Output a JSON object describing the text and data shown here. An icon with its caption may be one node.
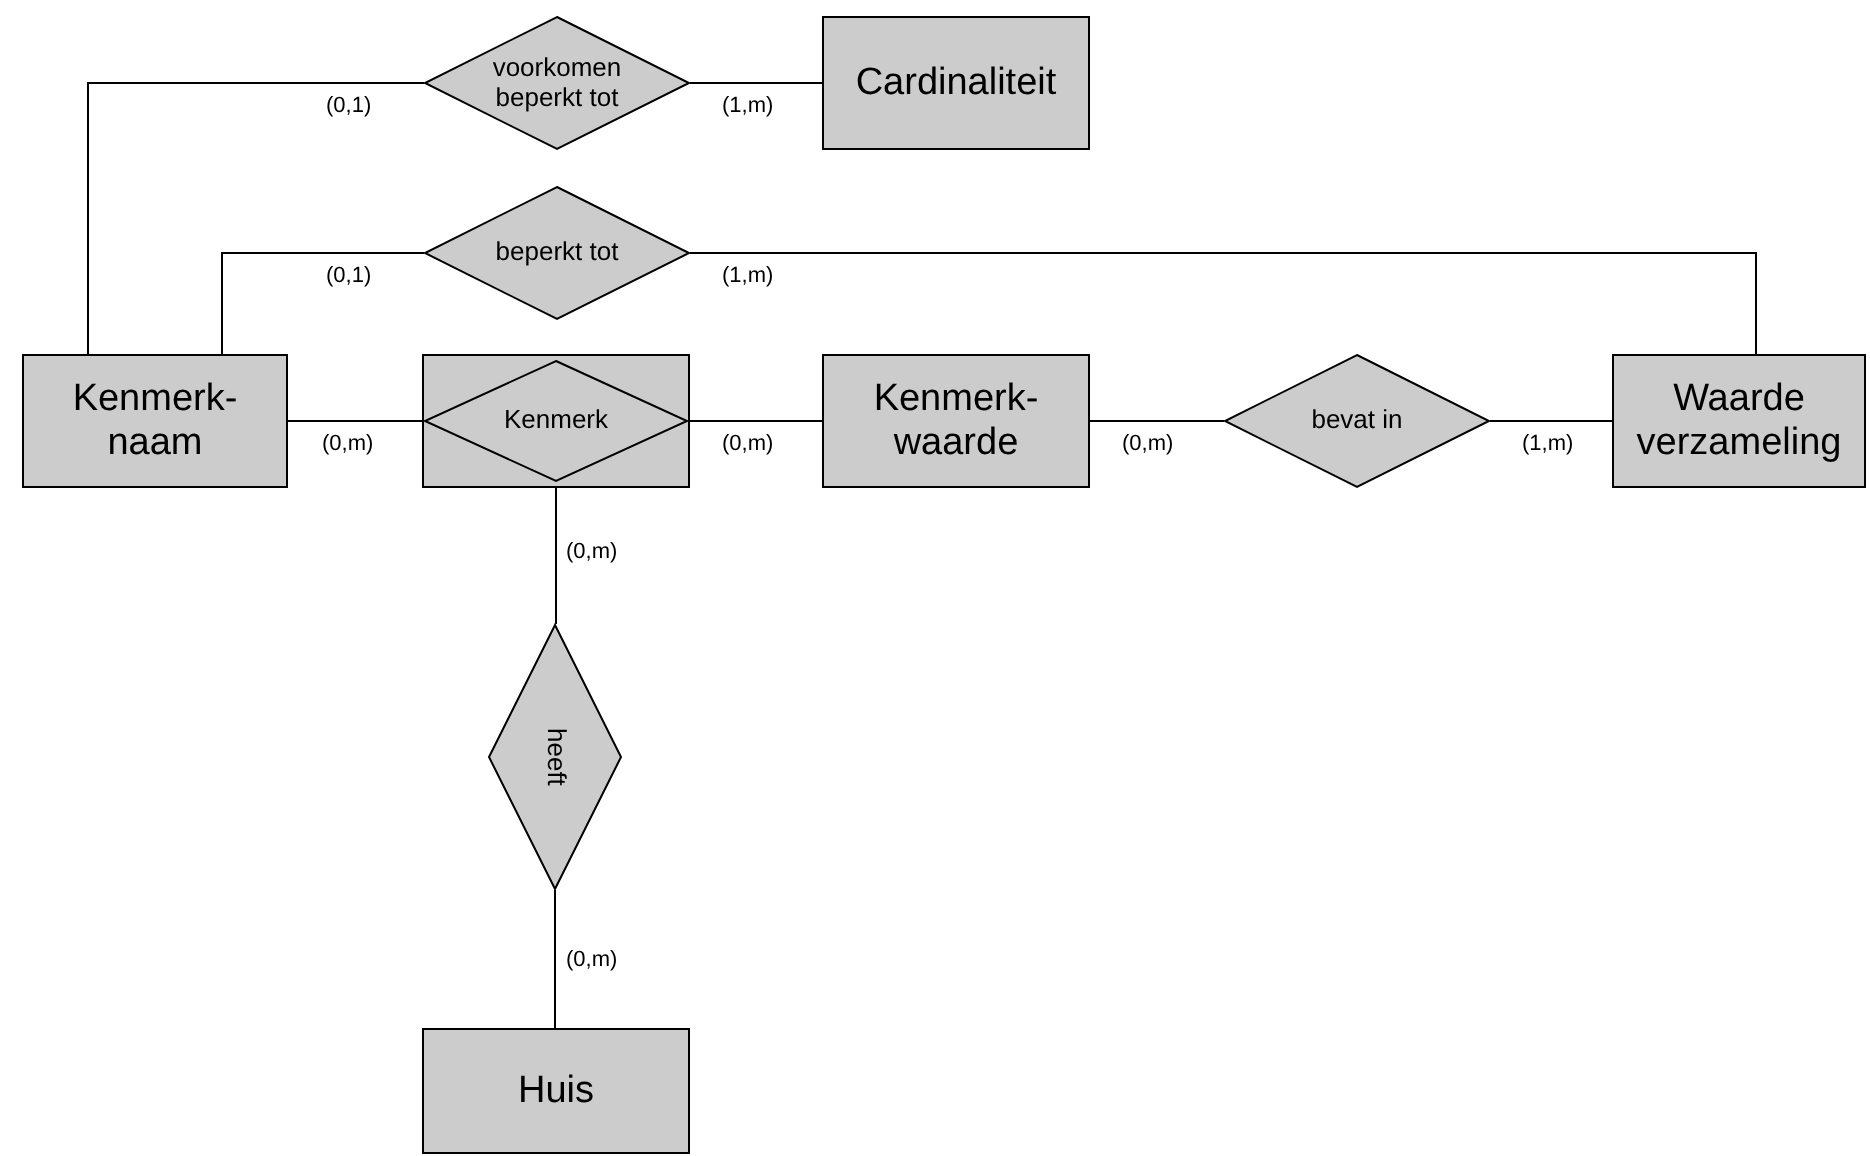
{
  "diagram": {
    "nodes": [
      {
        "text": [
          "voorkomen beperkt tot"
        ]
      },
      {
        "text": [
          "Cardinaliteit"
        ]
      },
      {
        "text": [
          "beperkt tot"
        ]
      },
      {
        "text": [
          "Kenmerk-naam"
        ]
      },
      {
        "text": [],
        "shape": "box"
      },
      {
        "text": [
          "Kenmerk"
        ],
        "in": 4
      },
      {
        "text": [
          "Kenmerk-waarde"
        ]
      },
      {
        "text": [
          "bevat in"
        ]
      },
      {
        "text": [
          "Waarde verzameling"
        ]
      },
      {
        "text": [
          "heeft"
        ]
      },
      {
        "text": [
          "Huis"
        ]
      }
    ],
    "edges": [
      {
        "from": 3,
        "to": 0,
        "arrow": "none",
        "label": "(0,1)"
      },
      {
        "from": 0,
        "to": 1,
        "arrow": "none",
        "label": "(1,m)"
      },
      {
        "from": 3,
        "to": 2,
        "arrow": "none",
        "label": "(0,1)"
      },
      {
        "from": 2,
        "to": 8,
        "arrow": "none",
        "label": "(1,m)"
      },
      {
        "from": 3,
        "to": 4,
        "arrow": "none",
        "label": "(0,m)"
      },
      {
        "from": 4,
        "to": 6,
        "arrow": "none",
        "label": "(0,m)"
      },
      {
        "from": 6,
        "to": 7,
        "arrow": "none",
        "label": "(0,m)"
      },
      {
        "from": 7,
        "to": 8,
        "arrow": "none",
        "label": "(1,m)"
      },
      {
        "from": 4,
        "to": 9,
        "arrow": "none",
        "label": "(0,m)"
      },
      {
        "from": 9,
        "to": 10,
        "arrow": "none",
        "label": "(0,m)"
      }
    ]
  }
}
